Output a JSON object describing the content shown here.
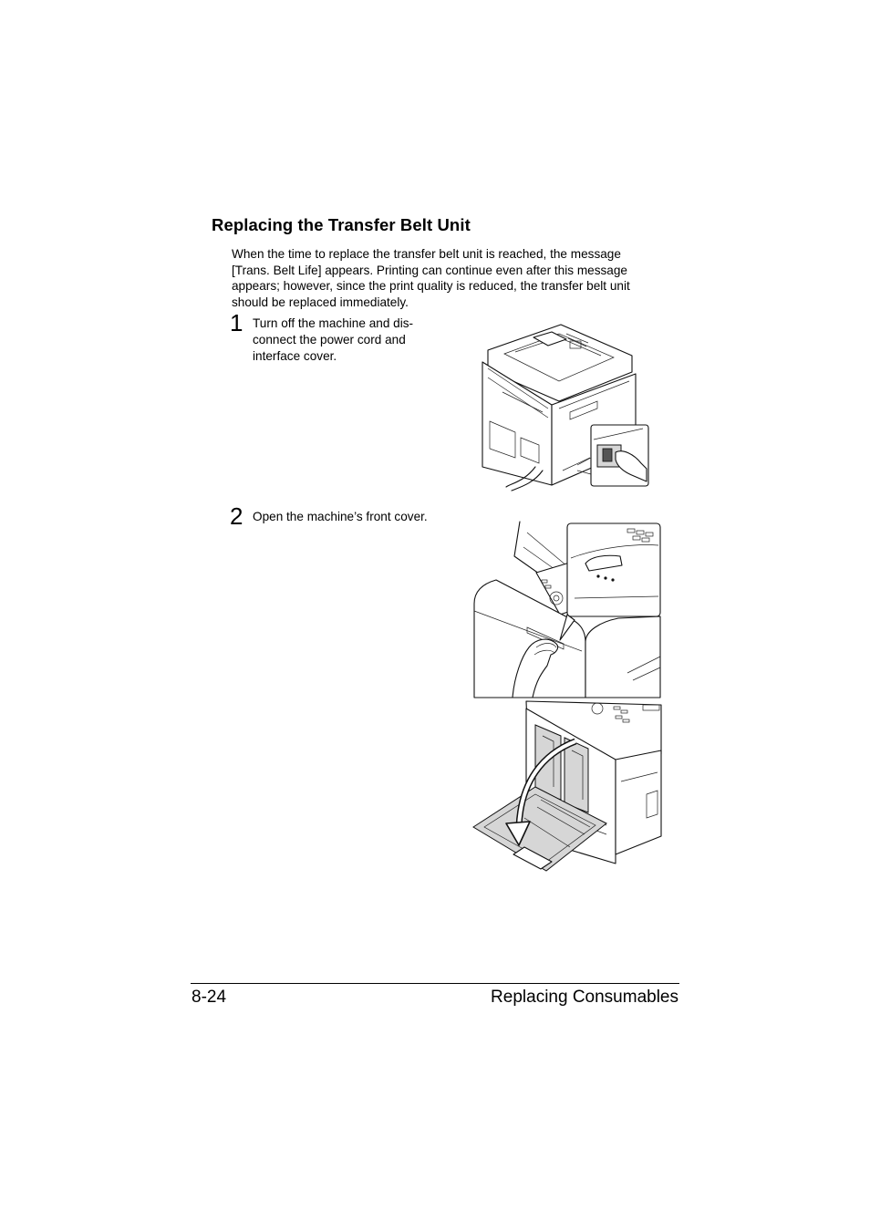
{
  "section": {
    "title": "Replacing the Transfer Belt Unit",
    "intro_lines": [
      "When the time to replace the transfer belt unit is reached, the message",
      "[Trans. Belt Life] appears. Printing can continue even after this message",
      "appears; however, since the print quality is reduced, the transfer belt unit",
      "should be replaced immediately."
    ]
  },
  "steps": [
    {
      "number": "1",
      "lines": [
        "Turn off the machine and dis-",
        "connect the power cord and",
        "interface cover."
      ]
    },
    {
      "number": "2",
      "lines": [
        "Open the machine’s front cover."
      ]
    }
  ],
  "footer": {
    "page_number": "8-24",
    "chapter": "Replacing Consumables"
  },
  "illustrations": {
    "step1": "printer-rear-power-switch",
    "step2_top": "printer-front-cover-handle",
    "step2_bottom": "printer-front-cover-opened"
  }
}
